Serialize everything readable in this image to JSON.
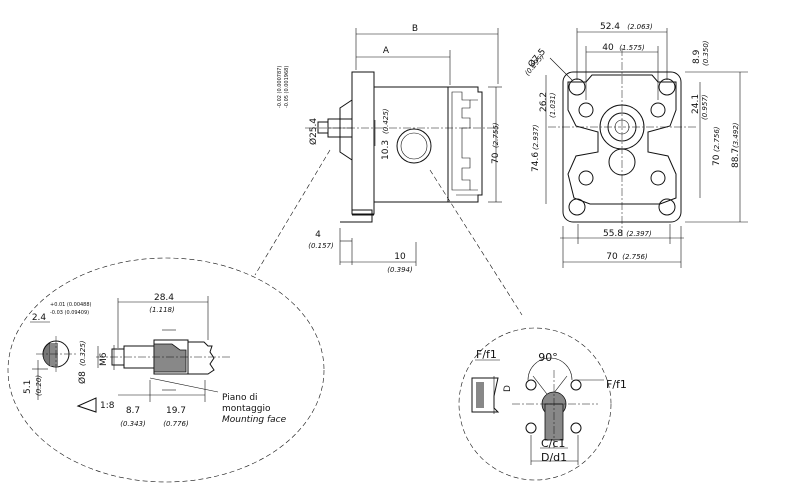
{
  "side_view": {
    "dim_B": "B",
    "dim_A": "A",
    "shaft_dia": "Ø25.4",
    "shaft_tol_1": "-0.02 (0.000787)",
    "shaft_tol_2": "-0.05 (0.001968)",
    "port_offset": "10.3",
    "port_offset_in": "(0.425)",
    "height_70": "70",
    "height_70_in": "(2.755)",
    "flange_4": "4",
    "flange_4_in": "(0.157)",
    "flange_10": "10",
    "flange_10_in": "(0.394)"
  },
  "front_view": {
    "w_52": "52.4",
    "w_52_in": "(2.063)",
    "w_40": "40",
    "w_40_in": "(1.575)",
    "dia_hole": "Ø7.5",
    "dia_hole_in": "(0.295)",
    "top_8": "8.9",
    "top_8_in": "(0.350)",
    "h_26": "26.2",
    "h_26_in": "(1.031)",
    "h_24": "24.1",
    "h_24_in": "(0.957)",
    "h_74": "74.6",
    "h_74_in": "(2.937)",
    "h_70": "70",
    "h_70_in": "(2.756)",
    "h_88": "88.7",
    "h_88_in": "(3.492)",
    "w_55": "55.8",
    "w_55_in": "(2.397)",
    "w_70": "70",
    "w_70_in": "(2.756)"
  },
  "shaft_detail": {
    "len_28": "28.4",
    "len_28_in": "(1.118)",
    "key_2": "2.4",
    "tol_a": "+0.01 (0.00488)",
    "tol_b": "-0.03 (0.09409)",
    "thread": "M6",
    "dia_8": "Ø8",
    "dia_8_in": "(0.325)",
    "h_5": "5.1",
    "h_5_in": "(0.20)",
    "taper": "1:8",
    "len_8": "8.7",
    "len_8_in": "(0.343)",
    "len_19": "19.7",
    "len_19_in": "(0.776)",
    "face_it_1": "Piano di",
    "face_it_2": "montaggio",
    "face_en": "Mounting face"
  },
  "port_detail": {
    "label_ff1_top": "F/f1",
    "label_d": "D",
    "angle": "90°",
    "label_ff1_side": "F/f1",
    "label_cc1": "C/c1",
    "label_dd1": "D/d1"
  }
}
